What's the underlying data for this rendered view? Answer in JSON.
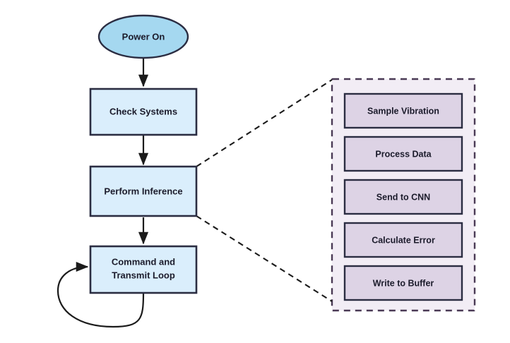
{
  "diagram": {
    "type": "flowchart",
    "title": "",
    "colors": {
      "start_fill": "#a5d8f0",
      "process_fill": "#daeefc",
      "node_stroke": "#2b2d42",
      "panel_fill": "#f2edf5",
      "panel_stroke": "#4a3a55",
      "sub_fill": "#ddd3e5",
      "sub_stroke": "#2b2d42",
      "connector": "#1b1b1b",
      "text": "#1b1b2b",
      "background": "#ffffff"
    },
    "main_flow": {
      "start": {
        "label": "Power On",
        "shape": "ellipse"
      },
      "steps": [
        {
          "label": "Check Systems",
          "shape": "rectangle"
        },
        {
          "label": "Perform Inference",
          "shape": "rectangle"
        },
        {
          "label_line1": "Command and",
          "label_line2": "Transmit Loop",
          "shape": "rectangle"
        }
      ]
    },
    "expansion_panel": {
      "source_node": "Perform Inference",
      "border_style": "dashed",
      "items": [
        {
          "label": "Sample Vibration"
        },
        {
          "label": "Process Data"
        },
        {
          "label": "Send to CNN"
        },
        {
          "label": "Calculate Error"
        },
        {
          "label": "Write to Buffer"
        }
      ]
    },
    "connectors": [
      {
        "from": "Power On",
        "to": "Check Systems",
        "style": "solid-arrow"
      },
      {
        "from": "Check Systems",
        "to": "Perform Inference",
        "style": "solid-arrow"
      },
      {
        "from": "Perform Inference",
        "to": "Command and Transmit Loop",
        "style": "solid-arrow"
      },
      {
        "from": "Command and Transmit Loop",
        "to": "Command and Transmit Loop",
        "style": "solid-arrow-loop"
      },
      {
        "from": "Perform Inference",
        "to": "expansion-panel-top",
        "style": "dashed"
      },
      {
        "from": "Perform Inference",
        "to": "expansion-panel-bottom",
        "style": "dashed"
      }
    ]
  }
}
